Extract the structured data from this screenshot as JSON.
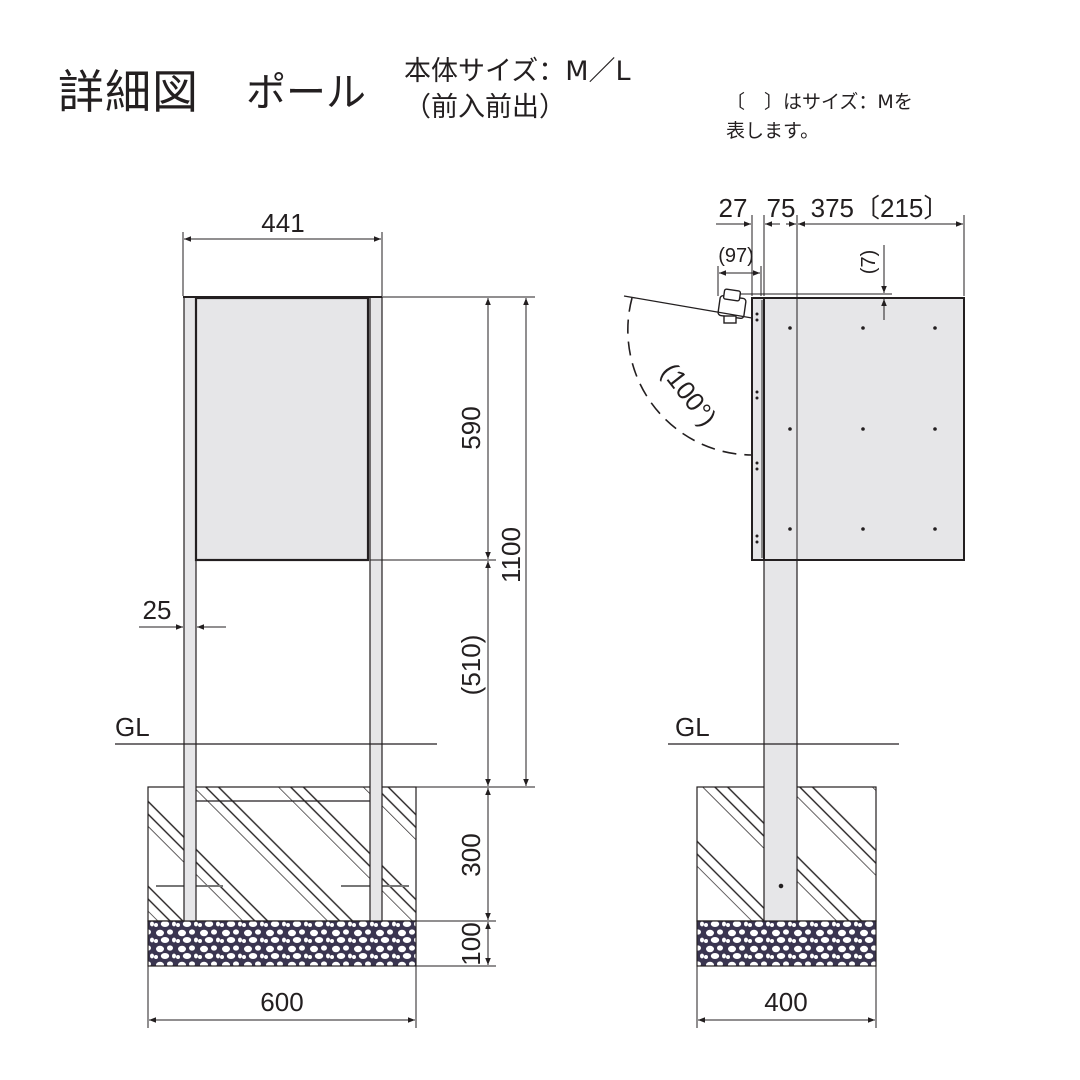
{
  "header": {
    "title": "詳細図",
    "subtitle": "ポール",
    "spec_line1": "本体サイズ：M／L",
    "spec_line2": "（前入前出）",
    "note_line1": "〔　〕はサイズ：Mを",
    "note_line2": "表します。"
  },
  "front_view": {
    "width_top": "441",
    "height_body": "590",
    "height_total": "1100",
    "height_pole_above": "(510)",
    "pole_width": "25",
    "ground_label": "GL",
    "foundation_depth": "300",
    "gravel_depth": "100",
    "foundation_width": "600"
  },
  "side_view": {
    "dim_27": "27",
    "dim_75": "75",
    "dim_depth": "375〔215〕",
    "dim_97": "(97)",
    "dim_7": "(7)",
    "door_angle": "(100°)",
    "ground_label": "GL",
    "foundation_width": "400"
  },
  "colors": {
    "line": "#231f20",
    "body_fill": "#e6e6e8",
    "gravel": "#2e2a4a"
  }
}
